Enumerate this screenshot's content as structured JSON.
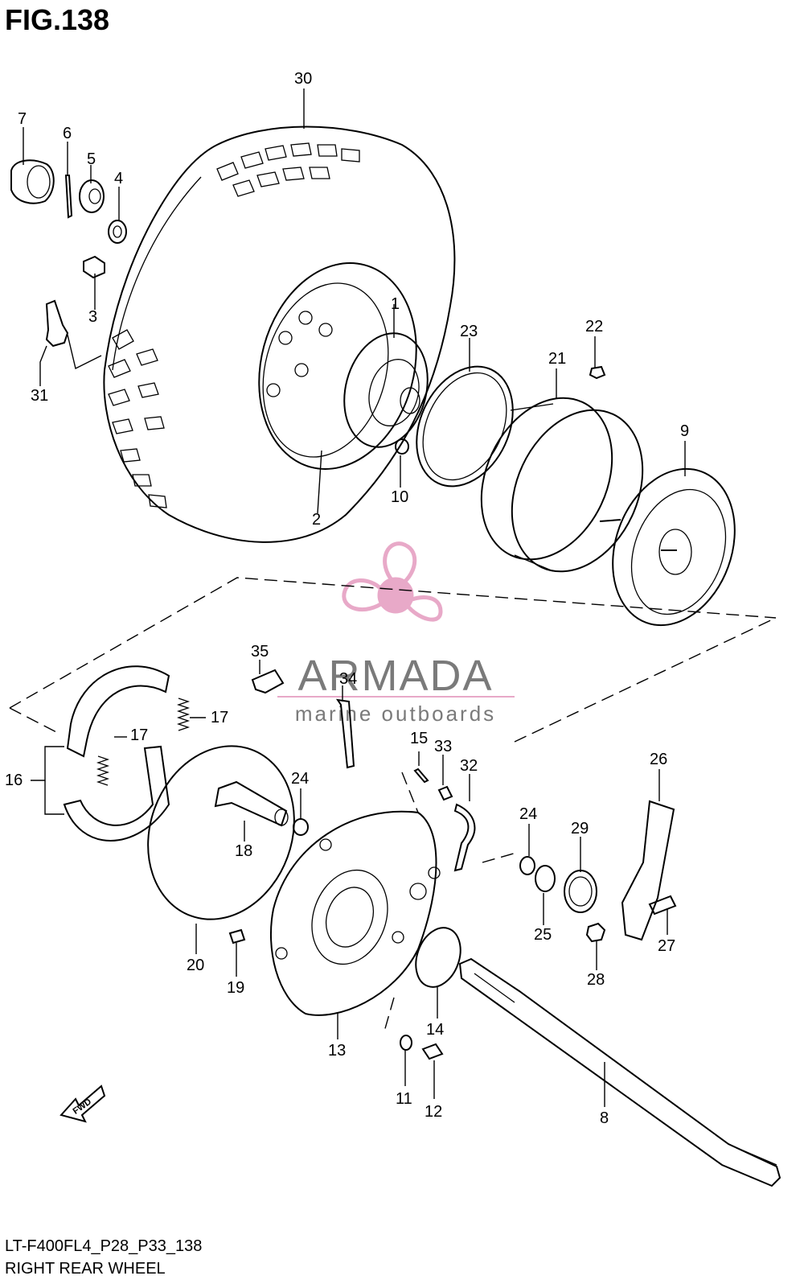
{
  "figure": {
    "title": "FIG.138",
    "code": "LT-F400FL4_P28_P33_138",
    "name": "RIGHT REAR WHEEL"
  },
  "watermark": {
    "brand": "ARMADA",
    "tagline": "marine outboards",
    "brand_color": "#7a7a7a",
    "logo_color": "#e8a9c8",
    "logo_icon": "propeller-icon"
  },
  "fwd_arrow": {
    "label": "FWD"
  },
  "callouts": {
    "c1": "1",
    "c2": "2",
    "c3": "3",
    "c4": "4",
    "c5": "5",
    "c6": "6",
    "c7": "7",
    "c8": "8",
    "c9": "9",
    "c10": "10",
    "c11": "11",
    "c12": "12",
    "c13": "13",
    "c14": "14",
    "c15": "15",
    "c16": "16",
    "c17a": "17",
    "c17b": "17",
    "c18": "18",
    "c19": "19",
    "c20": "20",
    "c21": "21",
    "c22": "22",
    "c23": "23",
    "c24a": "24",
    "c24b": "24",
    "c25": "25",
    "c26": "26",
    "c27": "27",
    "c28": "28",
    "c29": "29",
    "c30": "30",
    "c31": "31",
    "c32": "32",
    "c33": "33",
    "c34": "34",
    "c35": "35"
  }
}
